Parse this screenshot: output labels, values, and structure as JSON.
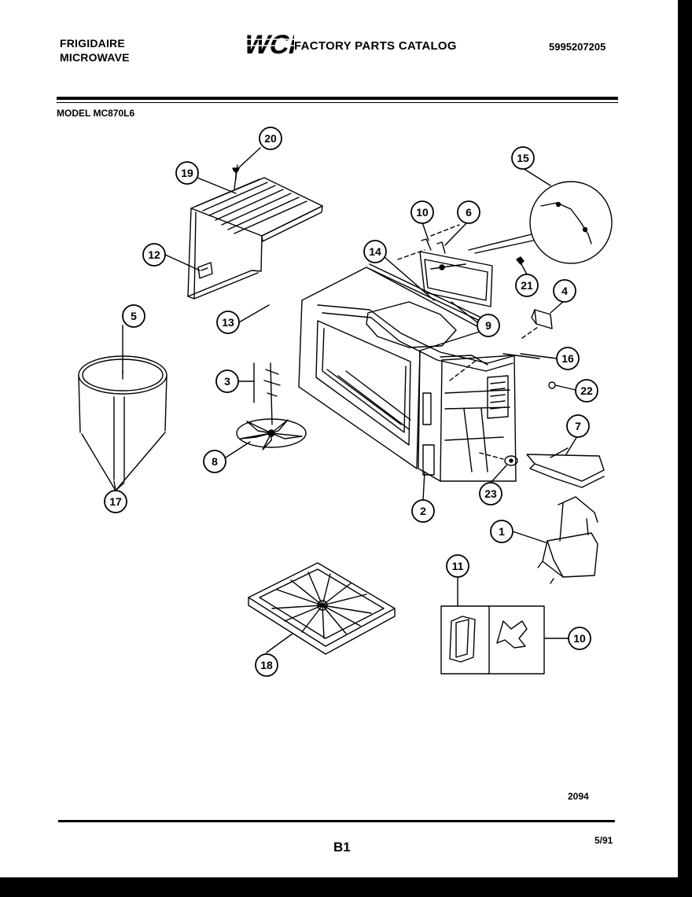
{
  "header": {
    "brand_line1": "FRIGIDAIRE",
    "brand_line2": "MICROWAVE",
    "logo_text": "WCI",
    "catalog_title": "FACTORY PARTS CATALOG",
    "catalog_number": "5995207205"
  },
  "model_label": "MODEL MC870L6",
  "callouts": [
    "20",
    "19",
    "12",
    "5",
    "13",
    "3",
    "8",
    "17",
    "14",
    "10",
    "6",
    "15",
    "21",
    "4",
    "9",
    "16",
    "22",
    "7",
    "2",
    "23",
    "1",
    "11",
    "10",
    "18"
  ],
  "footer": {
    "drawing_number": "2094",
    "page_code": "B1",
    "date": "5/91"
  }
}
